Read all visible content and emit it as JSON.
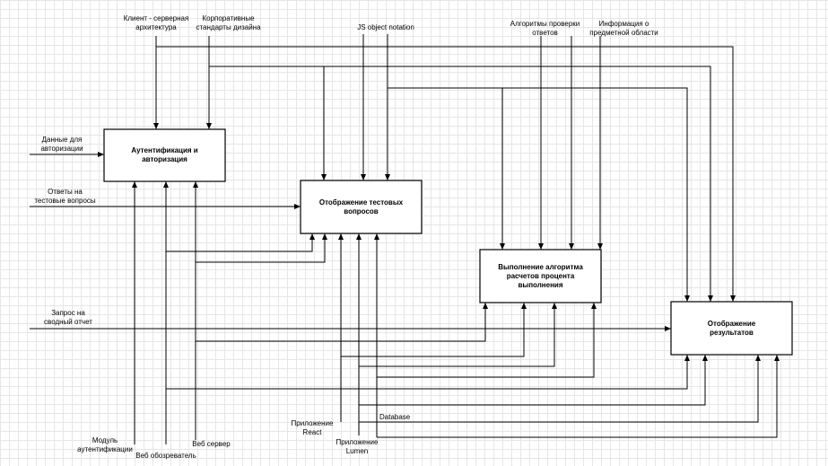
{
  "blocks": {
    "auth": "Аутентификация и\nавторизация",
    "tests": "Отображение тестовых\nвопросов",
    "algo": "Выполнение алгоритма\nрасчетов процента\nвыполнения",
    "results": "Отображение\nрезультатов"
  },
  "controls": {
    "client_server": "Клиент - серверная\nархитектура",
    "corp_design": "Корпоративные\nстандарты дизайна",
    "json": "JS object notation",
    "check_algos": "Алгоритмы проверки\nответов",
    "domain_info": "Информация о\nпредметной области"
  },
  "inputs": {
    "auth_data": "Данные для\nавторизации",
    "answers": "Ответы на\nтестовые вопросы",
    "report_request": "Запрос на\nсводный отчет"
  },
  "mechanisms": {
    "auth_module": "Модуль\nаутентификации",
    "browser": "Веб обозреватель",
    "web_server": "Веб сервер",
    "react_app": "Приложение\nReact",
    "lumen_app": "Приложение\nLumen",
    "database": "Database"
  }
}
